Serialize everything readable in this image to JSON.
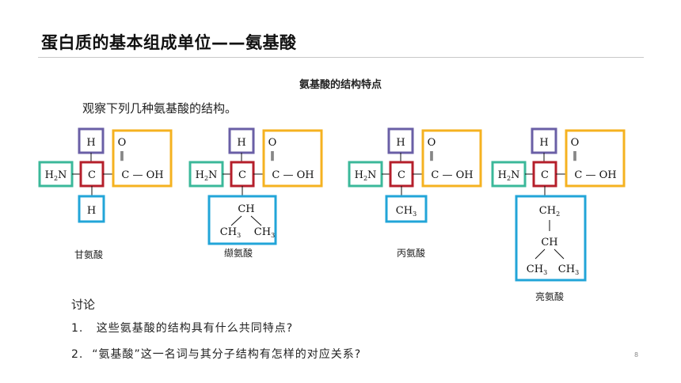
{
  "slide": {
    "title": "蛋白质的基本组成单位——氨基酸",
    "subtitle": "氨基酸的结构特点",
    "intro": "观察下列几种氨基酸的结构。",
    "page_number": "8"
  },
  "formula": {
    "H": "H",
    "C": "C",
    "O": "O",
    "double_bond": "‖",
    "carboxyl_tail": "C — OH",
    "amino_main": "H",
    "amino_sub": "2",
    "amino_end": "N",
    "dash": "—"
  },
  "structures": [
    {
      "name": "甘氨酸",
      "r_group": [
        "H"
      ]
    },
    {
      "name": "缬氨酸",
      "r_group": [
        "CH",
        "CH3",
        "CH3"
      ]
    },
    {
      "name": "丙氨酸",
      "r_group": [
        "CH3"
      ]
    },
    {
      "name": "亮氨酸",
      "r_group": [
        "CH2",
        "CH",
        "CH3",
        "CH3"
      ]
    }
  ],
  "r_text": {
    "ch": "CH",
    "ch3_main": "CH",
    "ch3_sub": "3",
    "ch2_main": "CH",
    "ch2_sub": "2",
    "h": "H"
  },
  "discussion": {
    "heading": "讨论",
    "questions": [
      {
        "num": "1.",
        "text": "这些氨基酸的结构具有什么共同特点?"
      },
      {
        "num": "2.",
        "text": "“氨基酸”这一名词与其分子结构有怎样的对应关系?"
      }
    ]
  },
  "colors": {
    "amino_box": "#3bb89a",
    "h_box": "#6a5fa6",
    "c_box": "#b51f2b",
    "carboxyl_box": "#f5b220",
    "r_box": "#22a5d8"
  }
}
